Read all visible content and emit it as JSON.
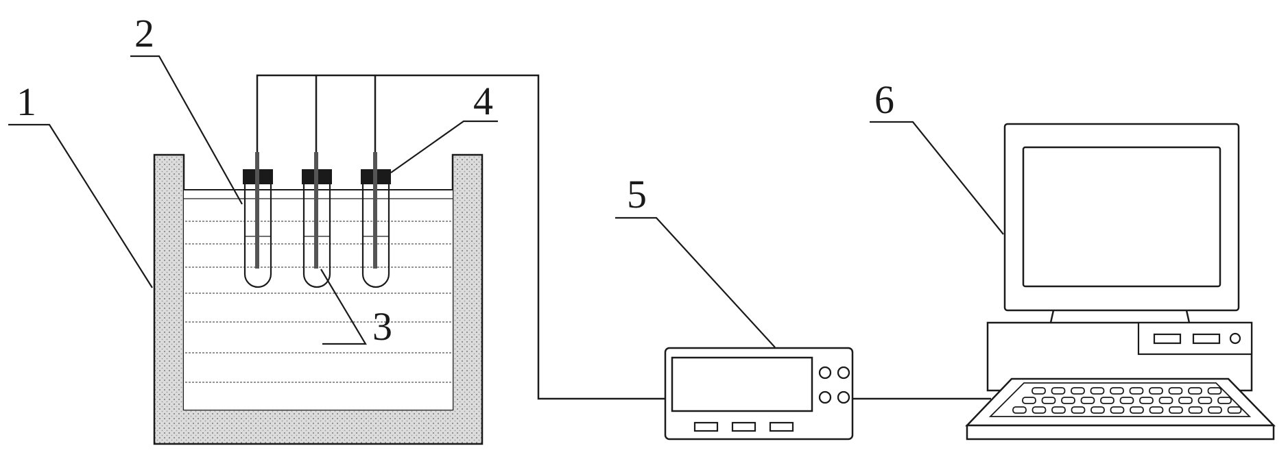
{
  "callouts": {
    "bath": "1",
    "tube_left": "2",
    "probe": "3",
    "stopper": "4",
    "meter": "5",
    "computer": "6"
  },
  "colors": {
    "stroke": "#1a1a1a",
    "insulation_fill": "#d8d8d8",
    "liquid_fill": "#ffffff"
  },
  "icons": {
    "bath": "water-bath-icon",
    "tube": "test-tube-icon",
    "meter": "data-logger-icon",
    "computer": "desktop-computer-icon"
  }
}
